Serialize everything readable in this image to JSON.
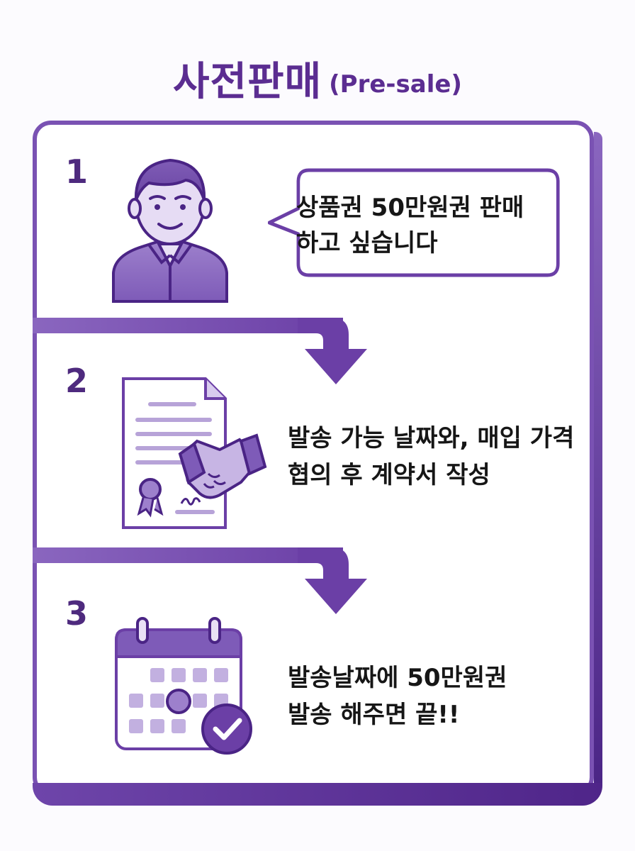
{
  "title": {
    "main": "사전판매",
    "sub": "(Pre-sale)"
  },
  "steps": [
    {
      "number": "1",
      "icon": "person-icon",
      "line1": "상품권 50만원권 판매",
      "line2": "하고 싶습니다"
    },
    {
      "number": "2",
      "icon": "contract-handshake-icon",
      "line1": "발송 가능 날짜와, 매입 가격",
      "line2": "협의 후 계약서 작성"
    },
    {
      "number": "3",
      "icon": "calendar-check-icon",
      "line1": "발송날짜에 50만원권",
      "line2": "발송 해주면 끝!!"
    }
  ],
  "colors": {
    "primary": "#5b2d91",
    "accent": "#7a52b3",
    "light": "#b7a3d8"
  }
}
